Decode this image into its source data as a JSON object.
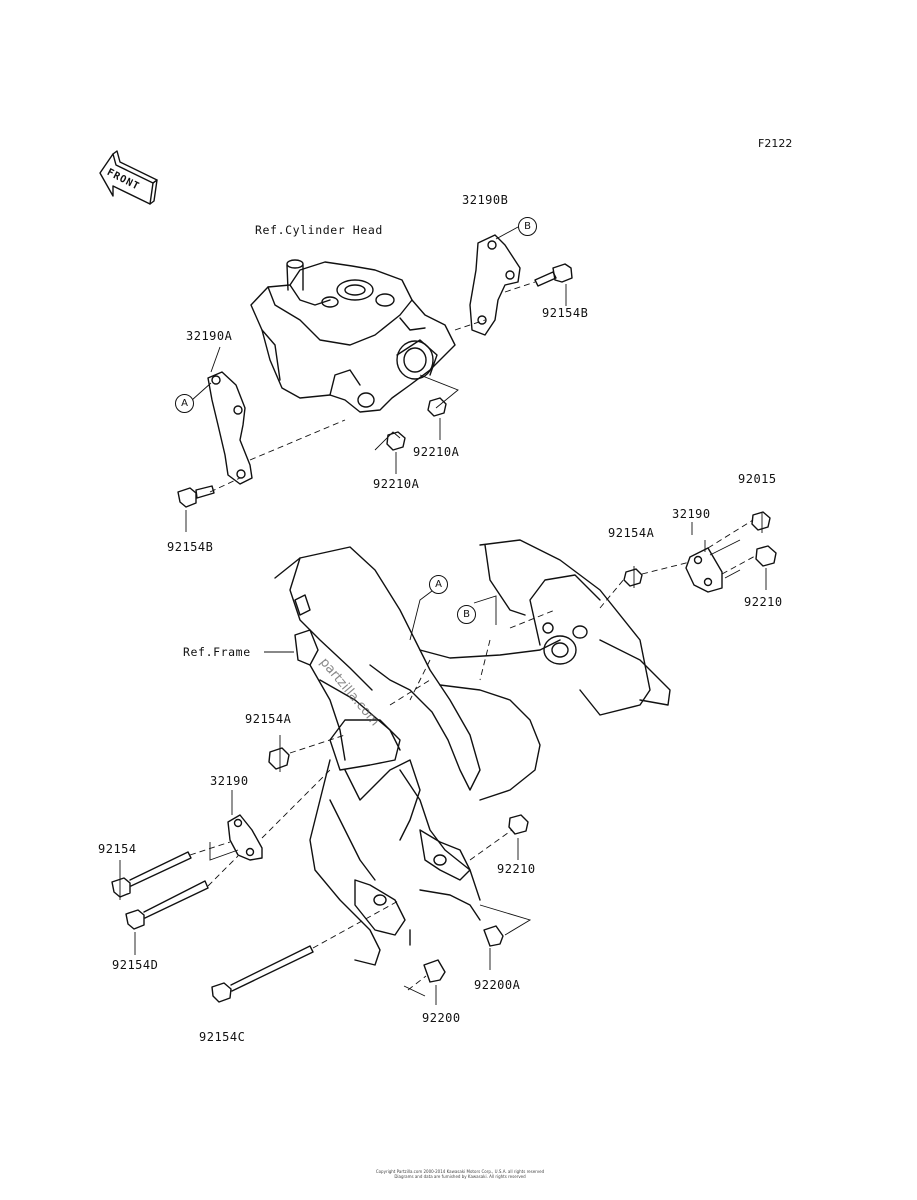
{
  "diagram": {
    "code": "F2122",
    "direction": "FRONT",
    "callouts": [
      "A",
      "B"
    ],
    "watermark": "partzilla.com",
    "copyright": [
      "Copyright Partzilla.com 2000-2014 Kawasaki Motors Corp., U.S.A. all rights reserved",
      "Diagrams and data are furnished by Kawasaki. All rights reserved"
    ],
    "references": [
      "Ref.Cylinder Head",
      "Ref.Frame"
    ],
    "part_labels": [
      "32190B",
      "92154B",
      "32190A",
      "92210A",
      "92210A",
      "92154B",
      "92015",
      "92154A",
      "32190",
      "92210",
      "92154A",
      "32190",
      "92154",
      "92154D",
      "92210",
      "92200A",
      "92200",
      "92154C"
    ]
  }
}
